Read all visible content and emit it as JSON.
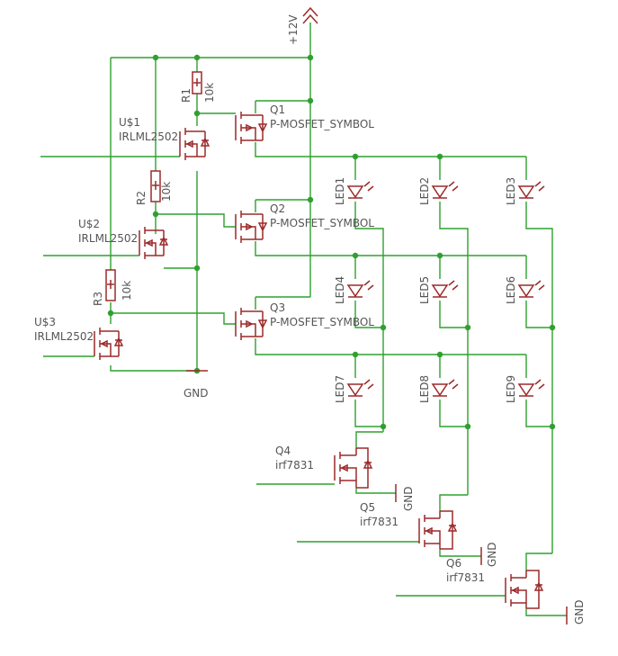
{
  "supply": {
    "label": "+12V"
  },
  "ground": {
    "label": "GND"
  },
  "resistors": [
    {
      "name": "R1",
      "value": "10k"
    },
    {
      "name": "R2",
      "value": "10k"
    },
    {
      "name": "R3",
      "value": "10k"
    }
  ],
  "drivers": [
    {
      "name": "U$1",
      "part": "IRLML2502"
    },
    {
      "name": "U$2",
      "part": "IRLML2502"
    },
    {
      "name": "U$3",
      "part": "IRLML2502"
    }
  ],
  "pmos": [
    {
      "name": "Q1",
      "part": "P-MOSFET_SYMBOL"
    },
    {
      "name": "Q2",
      "part": "P-MOSFET_SYMBOL"
    },
    {
      "name": "Q3",
      "part": "P-MOSFET_SYMBOL"
    }
  ],
  "leds": [
    "LED1",
    "LED2",
    "LED3",
    "LED4",
    "LED5",
    "LED6",
    "LED7",
    "LED8",
    "LED9"
  ],
  "nmos": [
    {
      "name": "Q4",
      "part": "irf7831"
    },
    {
      "name": "Q5",
      "part": "irf7831"
    },
    {
      "name": "Q6",
      "part": "irf7831"
    }
  ]
}
